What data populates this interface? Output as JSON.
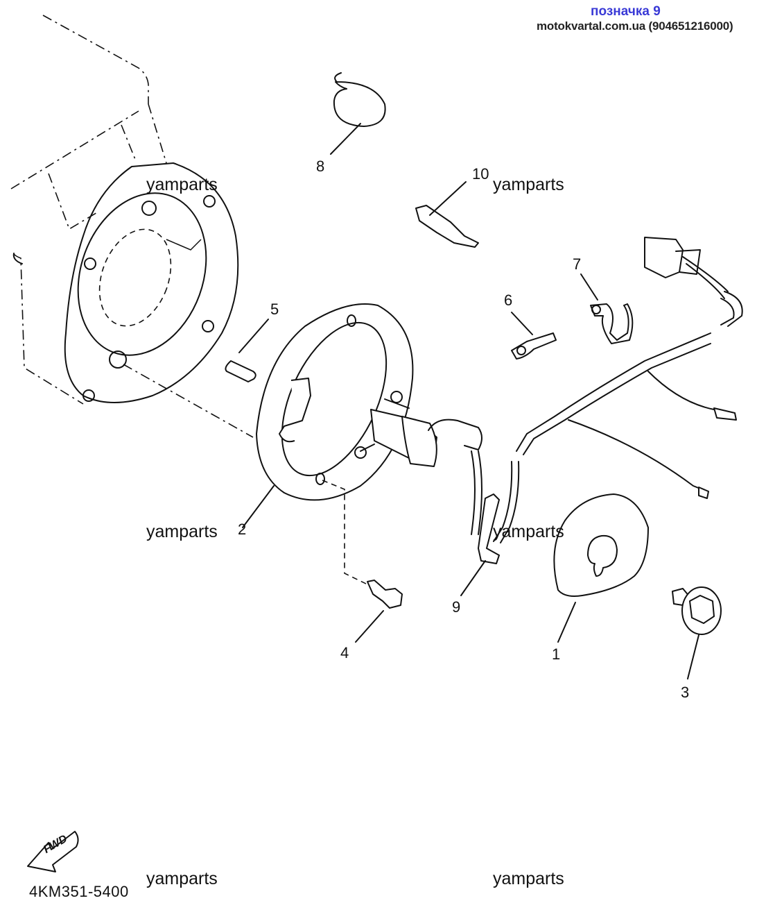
{
  "header": {
    "tag": "позначка 9",
    "site": "motokvartal.com.ua (904651216000)"
  },
  "watermarks": [
    "yamparts",
    "yamparts",
    "yamparts",
    "yamparts",
    "yamparts",
    "yamparts"
  ],
  "diagram_code": "4KM351-5400",
  "fwd_label": "FWD",
  "callouts": [
    "1",
    "2",
    "3",
    "4",
    "5",
    "6",
    "7",
    "8",
    "9",
    "10"
  ]
}
